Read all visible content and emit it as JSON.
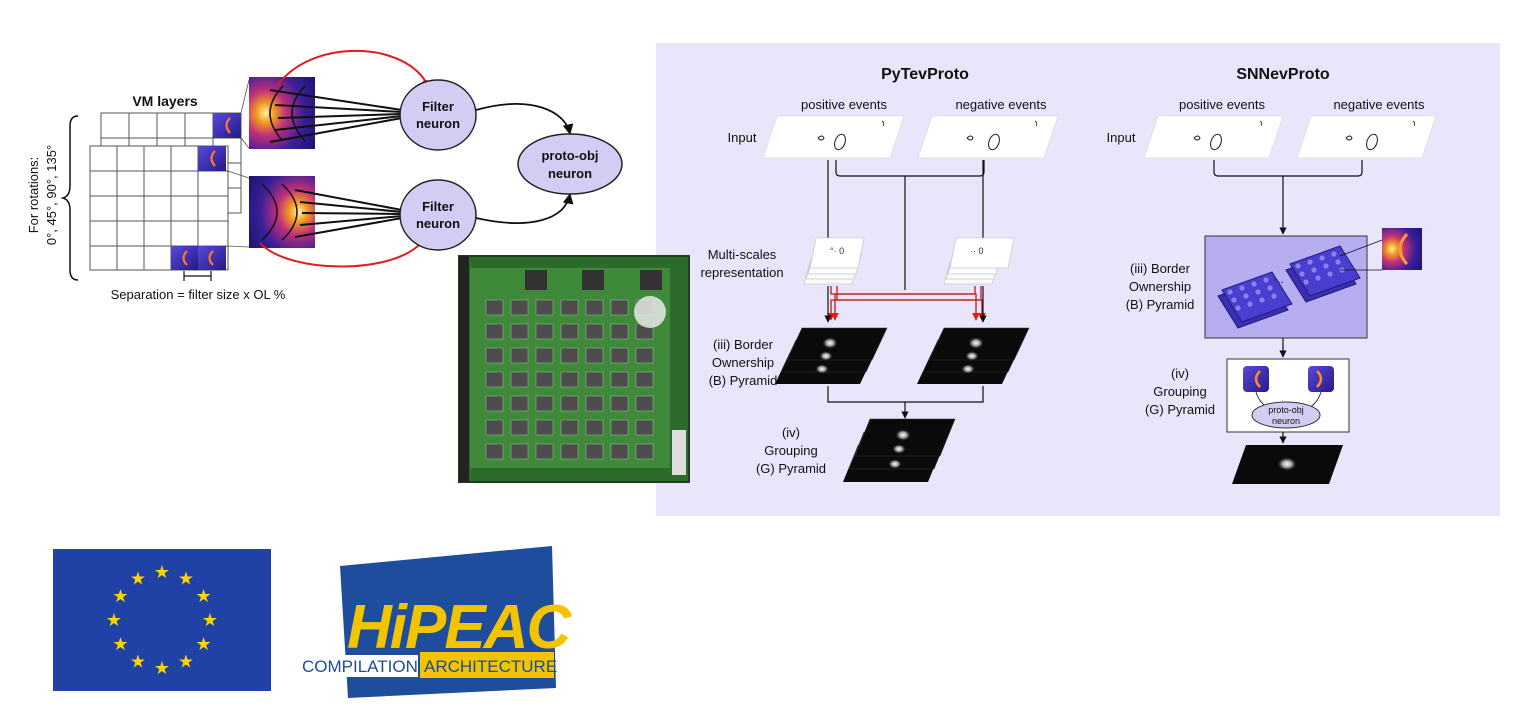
{
  "left_panel": {
    "vm_layers_label": "VM layers",
    "rotations_label_line1": "For rotations:",
    "rotations_label_line2": "0°, 45°, 90°, 135°",
    "separation_label": "Separation = filter size x OL %",
    "filter_neuron_line1": "Filter",
    "filter_neuron_line2": "neuron",
    "proto_obj_line1": "proto-obj",
    "proto_obj_line2": "neuron"
  },
  "pytev": {
    "title": "PyTevProto",
    "positive_events": "positive events",
    "negative_events": "negative events",
    "input_label": "Input",
    "multiscale_line1": "Multi-scales",
    "multiscale_line2": "representation",
    "border_line1": "(iii) Border",
    "border_line2": "Ownership",
    "border_line3": "(B) Pyramid",
    "grouping_line1": "(iv)",
    "grouping_line2": "Grouping",
    "grouping_line3": "(G) Pyramid"
  },
  "snnev": {
    "title": "SNNevProto",
    "positive_events": "positive events",
    "negative_events": "negative events",
    "input_label": "Input",
    "border_line1": "(iii) Border",
    "border_line2": "Ownership",
    "border_line3": "(B) Pyramid",
    "grouping_line1": "(iv)",
    "grouping_line2": "Grouping",
    "grouping_line3": "(G) Pyramid",
    "proto_obj_line1": "proto-obj",
    "proto_obj_line2": "neuron"
  },
  "logos": {
    "eu_flag": "eu-flag",
    "hipeac_mark": "HiPEAC",
    "hipeac_compilation": "COMPILATION",
    "hipeac_architecture": "ARCHITECTURE"
  },
  "colors": {
    "panel_bg": "#e9e6fb",
    "neuron_fill": "#d4ccf3",
    "red_line": "#e01b1b",
    "eu_blue": "#2041a6",
    "eu_star": "#ffd400",
    "hipeac_blue": "#1d4d9c",
    "hipeac_yellow": "#f2c400"
  }
}
